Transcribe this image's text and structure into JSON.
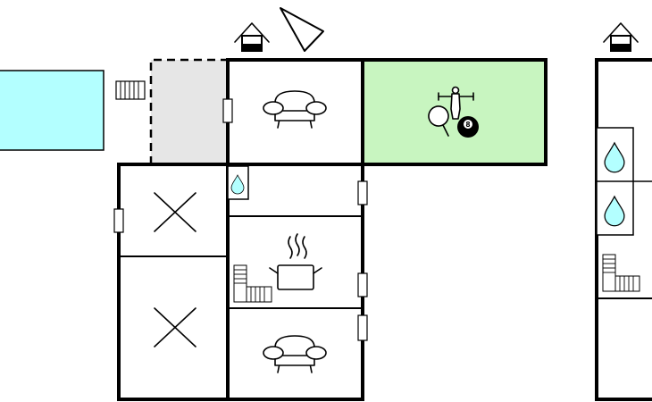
{
  "colors": {
    "pool": "#b3ffff",
    "terrace": "#e6e6e6",
    "game_room": "#c8f5c0",
    "water_drop": "#b3ffff",
    "wall": "#000000"
  },
  "icons": {
    "pool": "pool-area",
    "terrace": "terrace-area",
    "entrance": "house-entrance-icon",
    "compass": "north-arrow-icon",
    "sofa": "sofa-icon",
    "table_tennis": "table-tennis-icon",
    "table_football": "table-football-icon",
    "billiard_ball": "billiard-8-ball-icon",
    "bedroom": "bedroom-cross-icon",
    "shower": "water-drop-icon",
    "cooking_pot": "cooking-pot-icon",
    "stairs": "stairs-icon"
  },
  "labels": {
    "billiard_ball_number": "8"
  }
}
